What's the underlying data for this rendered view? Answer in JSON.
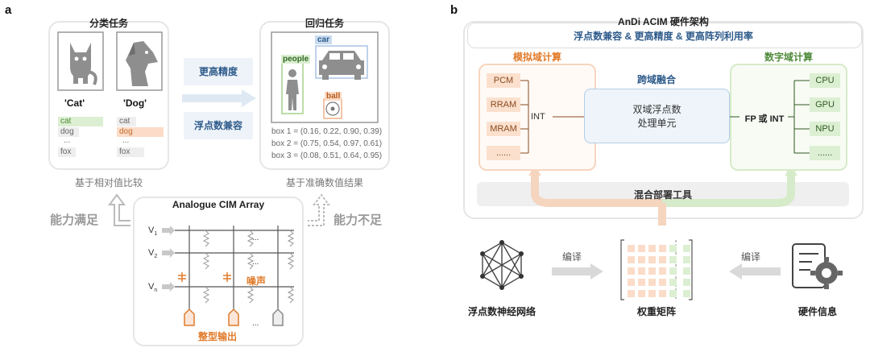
{
  "panel_a": {
    "letter": "a",
    "classification": {
      "title": "分类任务",
      "labels": [
        "'Cat'",
        "'Dog'"
      ],
      "cat_list": [
        "cat",
        "dog",
        "...",
        "fox"
      ],
      "dog_list": [
        "cat",
        "dog",
        "...",
        "fox"
      ],
      "caption": "基于相对值比较"
    },
    "regression": {
      "title": "回归任务",
      "tags": {
        "car": "car",
        "people": "people",
        "ball": "ball"
      },
      "boxes": [
        "box 1 = (0.16, 0.22, 0.90, 0.39)",
        "box 2 = (0.75, 0.54, 0.97, 0.61)",
        "box 3 = (0.08, 0.51, 0.64, 0.95)"
      ],
      "caption": "基于准确数值结果"
    },
    "middle_labels": {
      "precision": "更高精度",
      "fp_compat": "浮点数兼容"
    },
    "cim": {
      "title": "Analogue CIM Array",
      "rows": [
        "V",
        "V",
        "V"
      ],
      "row_subs": [
        "1",
        "2",
        "n"
      ],
      "noise": "噪声",
      "output": "整型输出",
      "dots": "..."
    },
    "left_side": "能力满足",
    "right_side": "能力不足"
  },
  "panel_b": {
    "letter": "b",
    "header_title": "AnDi ACIM 硬件架构",
    "header_subtitle": "浮点数兼容 & 更高精度 & 更高阵列利用率",
    "analog": {
      "title": "模拟域计算",
      "items": [
        "PCM",
        "RRAM",
        "MRAM",
        "......"
      ],
      "int_label": "INT"
    },
    "cross_title": "跨域融合",
    "fusion_unit": [
      "双域浮点数",
      "处理单元"
    ],
    "digital": {
      "title": "数字域计算",
      "items": [
        "CPU",
        "GPU",
        "NPU",
        "......"
      ],
      "link_label": "FP 或 INT"
    },
    "tool_label": "混合部署工具",
    "bottom": {
      "network": "浮点数神经网络",
      "compile_left": "编译",
      "matrix": "权重矩阵",
      "compile_right": "编译",
      "hardware": "硬件信息"
    }
  },
  "colors": {
    "analog_orange": "#e07b2a",
    "digital_green": "#4f8a3a",
    "fusion_blue": "#2d5a8a",
    "chip_green": "#dcefd2",
    "chip_orange": "#fbdcc8"
  }
}
